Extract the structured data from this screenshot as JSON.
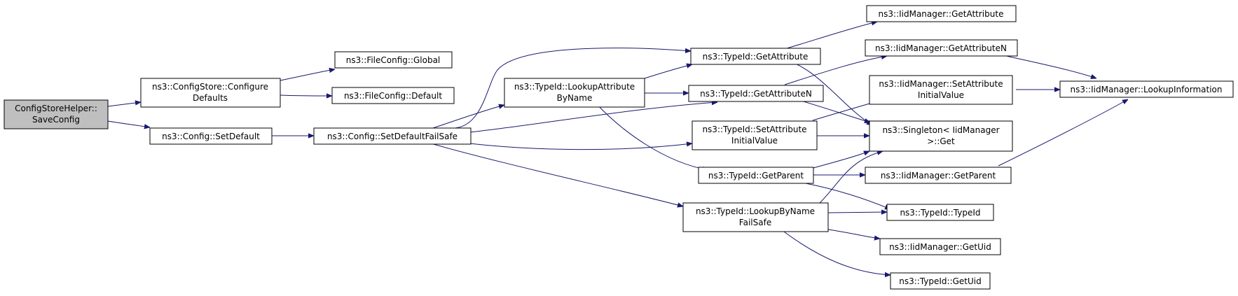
{
  "colors": {
    "edge": "#191970",
    "root_fill": "#bfbfbf",
    "node_fill": "#ffffff"
  },
  "nodes": {
    "root": [
      "ConfigStoreHelper::",
      "SaveConfig"
    ],
    "configure_defaults": [
      "ns3::ConfigStore::Configure",
      "Defaults"
    ],
    "set_default": [
      "ns3::Config::SetDefault"
    ],
    "fileconfig_global": [
      "ns3::FileConfig::Global"
    ],
    "fileconfig_default": [
      "ns3::FileConfig::Default"
    ],
    "set_default_failsafe": [
      "ns3::Config::SetDefaultFailSafe"
    ],
    "lookup_attr_byname": [
      "ns3::TypeId::LookupAttribute",
      "ByName"
    ],
    "lookup_byname_failsafe": [
      "ns3::TypeId::LookupByName",
      "FailSafe"
    ],
    "typeid_get_attribute": [
      "ns3::TypeId::GetAttribute"
    ],
    "typeid_get_attribute_n": [
      "ns3::TypeId::GetAttributeN"
    ],
    "typeid_set_attr_initial": [
      "ns3::TypeId::SetAttribute",
      "InitialValue"
    ],
    "typeid_get_parent": [
      "ns3::TypeId::GetParent"
    ],
    "iid_get_attribute": [
      "ns3::IidManager::GetAttribute"
    ],
    "iid_get_attribute_n": [
      "ns3::IidManager::GetAttributeN"
    ],
    "iid_set_attr_initial": [
      "ns3::IidManager::SetAttribute",
      "InitialValue"
    ],
    "singleton_get": [
      "ns3::Singleton< IidManager",
      ">::Get"
    ],
    "iid_get_parent": [
      "ns3::IidManager::GetParent"
    ],
    "typeid_typeid": [
      "ns3::TypeId::TypeId"
    ],
    "iid_get_uid": [
      "ns3::IidManager::GetUid"
    ],
    "typeid_get_uid": [
      "ns3::TypeId::GetUid"
    ],
    "iid_lookup_info": [
      "ns3::IidManager::LookupInformation"
    ]
  }
}
